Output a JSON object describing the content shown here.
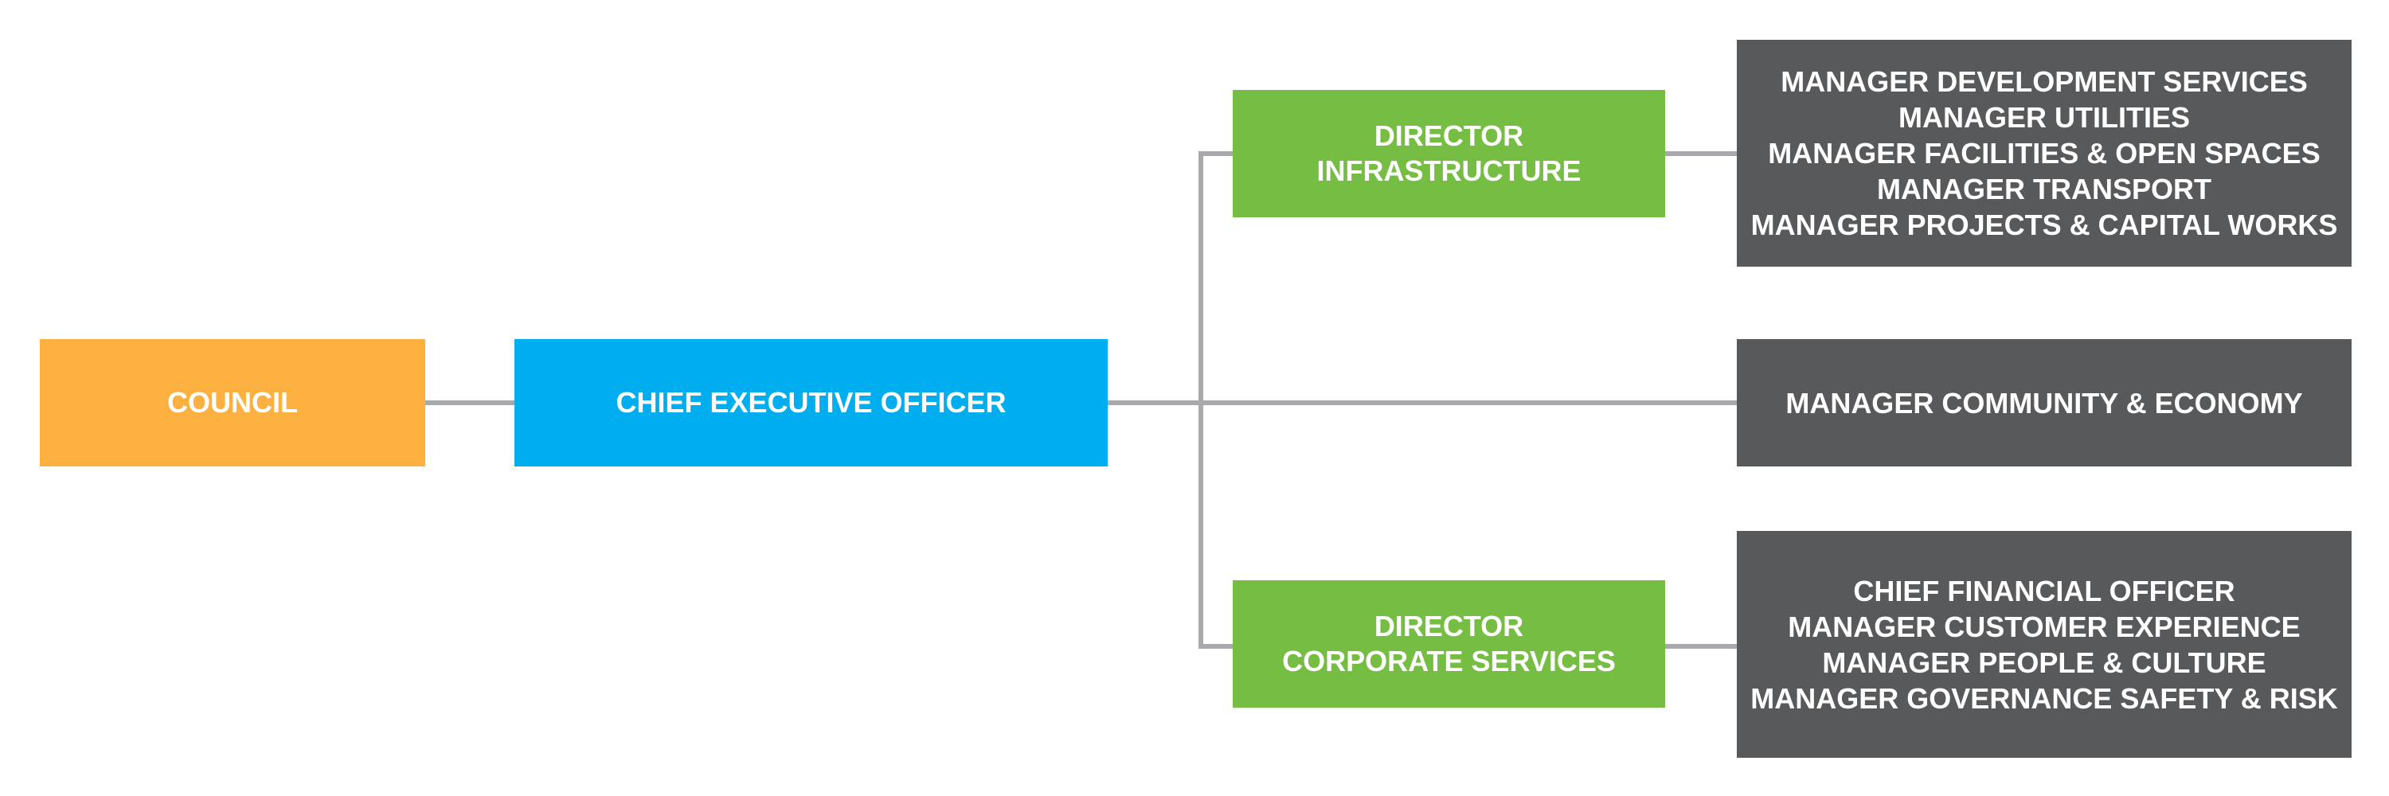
{
  "council": {
    "label": "COUNCIL",
    "color": "#fbb040"
  },
  "ceo": {
    "label": "CHIEF EXECUTIVE OFFICER",
    "color": "#00aeef"
  },
  "directors": [
    {
      "lines": [
        "DIRECTOR",
        "INFRASTRUCTURE"
      ],
      "color": "#76bd43"
    },
    {
      "lines": [
        "DIRECTOR",
        "CORPORATE SERVICES"
      ],
      "color": "#76bd43"
    }
  ],
  "manager_groups": [
    {
      "color": "#58595b",
      "lines": [
        "MANAGER DEVELOPMENT SERVICES",
        "MANAGER UTILITIES",
        "MANAGER FACILITIES & OPEN SPACES",
        "MANAGER TRANSPORT",
        "MANAGER PROJECTS & CAPITAL WORKS"
      ]
    },
    {
      "color": "#58595b",
      "lines": [
        "MANAGER COMMUNITY & ECONOMY"
      ]
    },
    {
      "color": "#58595b",
      "lines": [
        "CHIEF FINANCIAL OFFICER",
        "MANAGER CUSTOMER EXPERIENCE",
        "MANAGER PEOPLE & CULTURE",
        "MANAGER GOVERNANCE SAFETY & RISK"
      ]
    }
  ],
  "connector_color": "#a7a9ac"
}
